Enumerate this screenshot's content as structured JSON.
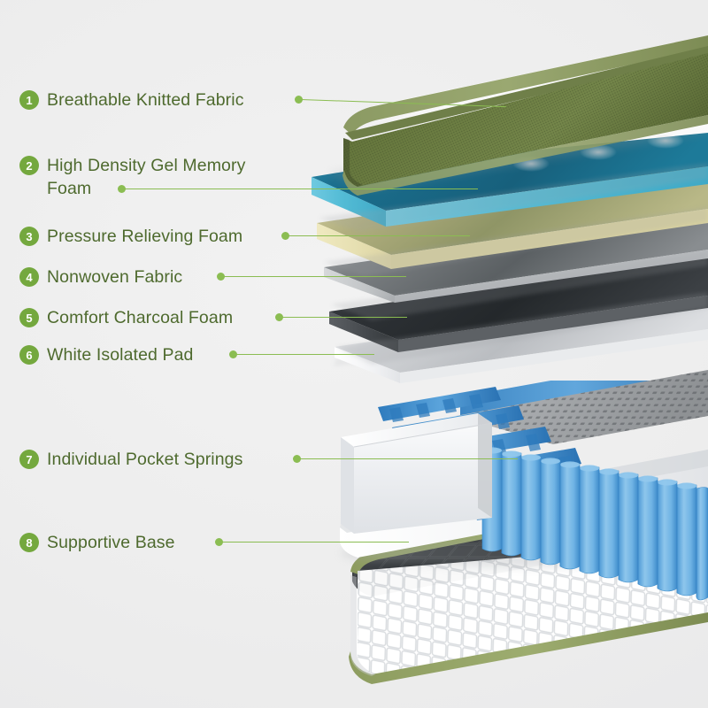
{
  "page": {
    "title": "Mattress Construction Layer Diagram",
    "background_color": "#eeeeee",
    "accent_color": "#74a83e",
    "label_text_color": "#4e6a2e",
    "leader_color": "#8bbd52"
  },
  "callouts": [
    {
      "number": "1",
      "label": "Breathable Knitted Fabric",
      "label_line2": "",
      "layer_color": "#f4f4f4",
      "layer_name": "knitted-fabric-top"
    },
    {
      "number": "2",
      "label": "High Density Gel Memory",
      "label_line2": "Foam",
      "layer_color": "#46b4d2",
      "layer_name": "gel-memory-foam"
    },
    {
      "number": "3",
      "label": "Pressure Relieving Foam",
      "label_line2": "",
      "layer_color": "#e3dcae",
      "layer_name": "pressure-relieving-foam"
    },
    {
      "number": "4",
      "label": "Nonwoven Fabric",
      "label_line2": "",
      "layer_color": "#8d9094",
      "layer_name": "nonwoven-fabric"
    },
    {
      "number": "5",
      "label": "Comfort Charcoal Foam",
      "label_line2": "",
      "layer_color": "#3a3d40",
      "layer_name": "charcoal-foam"
    },
    {
      "number": "6",
      "label": "White Isolated Pad",
      "label_line2": "",
      "layer_color": "#e9eaec",
      "layer_name": "white-isolated-pad"
    },
    {
      "number": "7",
      "label": "Individual Pocket Springs",
      "label_line2": "",
      "layer_color": "#5aa6dd",
      "layer_name": "pocket-springs"
    },
    {
      "number": "8",
      "label": "Supportive Base",
      "label_line2": "",
      "layer_color": "#ffffff",
      "layer_name": "supportive-base"
    }
  ],
  "illustration": {
    "description": "Exploded cutaway view of a hybrid mattress, corner perspective, layers separated vertically",
    "side_panel_color": "#6d7f45",
    "piping_color": "#93a563",
    "spring_color": "#66aee0",
    "spring_dark_color": "#2b7fc4",
    "foam_edge_color": "#eceef0",
    "quilt_color": "#ffffff"
  }
}
